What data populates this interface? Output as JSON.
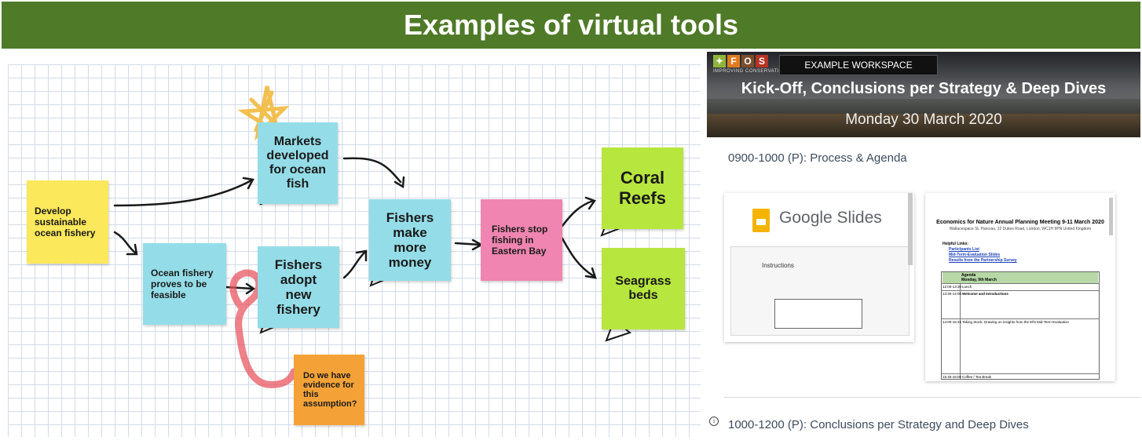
{
  "banner": {
    "title": "Examples of virtual tools"
  },
  "board": {
    "notes": {
      "develop": "Develop sustainable ocean fishery",
      "proves": "Ocean fishery proves to be feasible",
      "markets": "Markets developed for ocean fish",
      "adopt": "Fishers adopt new fishery",
      "money": "Fishers make more money",
      "stop": "Fishers stop fishing in Eastern Bay",
      "coral": "Coral Reefs",
      "seagrass": "Seagrass beds",
      "evidence": "Do we have evidence for this assumption?"
    },
    "colors": {
      "yellow": "#fbe85b",
      "cyan": "#94dde8",
      "pink": "#ef85b0",
      "green": "#b7e63f",
      "orange": "#f4a238",
      "marker_red": "#e8505b",
      "star": "#f2b632"
    }
  },
  "workspace": {
    "logo": {
      "letters": [
        "F",
        "O",
        "S"
      ],
      "subtitle": "IMPROVING CONSERVATION"
    },
    "tab_label": "EXAMPLE WORKSPACE",
    "title": "Kick-Off, Conclusions per Strategy & Deep Dives",
    "date": "Monday 30 March 2020",
    "section1": "0900-1000 (P): Process & Agenda",
    "section2": "1000-1200 (P): Conclusions per Strategy and Deep Dives",
    "slides_card": {
      "brand": "Google Slides",
      "slide_heading": "Instructions"
    },
    "doc_card": {
      "title": "Economics for Nature Annual Planning Meeting 9-11 March 2020",
      "address": "Wallacespace St. Pancras, 22 Dukes Road, London, WC1H 9PN United Kingdom",
      "helpful_links": "Helpful Links:",
      "links": [
        "Participants List",
        "Mid-Term-Evaluation Slides",
        "Results from the Partnership Survey"
      ],
      "agenda_title": "Agenda",
      "agenda_day": "Monday, 9th March",
      "rows": [
        {
          "time": "12:00-13:30",
          "item": "Lunch"
        },
        {
          "time": "13:30-14:00",
          "item": "Welcome and Introductions"
        },
        {
          "time": "14:00-15:45",
          "item": "Taking Stock: Drawing on insights from the EfN Mid-Term Evaluation"
        },
        {
          "time": "15:45-16:00",
          "item": "Coffee / Tea Break"
        }
      ]
    }
  }
}
